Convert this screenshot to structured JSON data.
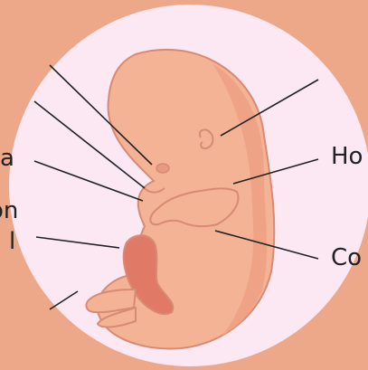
{
  "labels": {
    "left_1": "a",
    "left_2": "on",
    "left_3": "l",
    "right_1": "Ho",
    "right_2": "Co"
  },
  "colors": {
    "background": "#eda88a",
    "circle": "#fbe8f3",
    "skin": "#f3b394",
    "skin_dark": "#e07a66",
    "outline": "#d88a74",
    "leader": "#222222"
  }
}
